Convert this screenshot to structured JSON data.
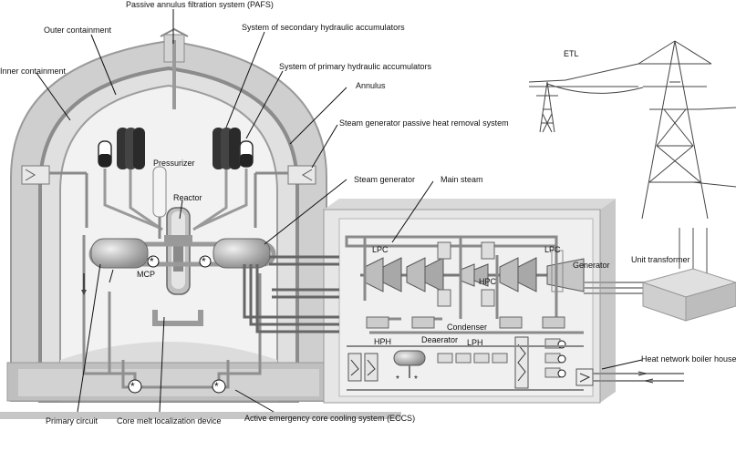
{
  "labels": {
    "pafs": "Passive annulus filtration system (PAFS)",
    "outer_containment": "Outer containment",
    "inner_containment": "Inner containment",
    "secondary_accumulators": "System of secondary hydraulic accumulators",
    "primary_accumulators": "System of primary hydraulic accumulators",
    "annulus": "Annulus",
    "sg_phrs": "Steam generator passive heat removal system",
    "pressurizer": "Pressurizer",
    "reactor": "Reactor",
    "steam_generator": "Steam generator",
    "main_steam": "Main steam",
    "etl": "ETL",
    "lpc_left": "LPC",
    "lpc_right": "LPC",
    "hpc": "HPC",
    "generator": "Generator",
    "unit_transformer": "Unit transformer",
    "mcp": "MCP",
    "condenser": "Condenser",
    "hph": "HPH",
    "deaerator": "Deaerator",
    "lph": "LPH",
    "heat_network": "Heat network boiler house",
    "primary_circuit": "Primary circuit",
    "core_melt": "Core melt localization device",
    "eccs": "Active emergency core cooling system (ECCS)"
  },
  "colors": {
    "dome_outer": "#9a9a9a",
    "dome_fill": "#d8d8d8",
    "interior": "#efefef",
    "pipe": "#8a8a8a",
    "pipe_dark": "#555555",
    "turbine_hall": "#e2e2e2",
    "text": "#111111"
  }
}
